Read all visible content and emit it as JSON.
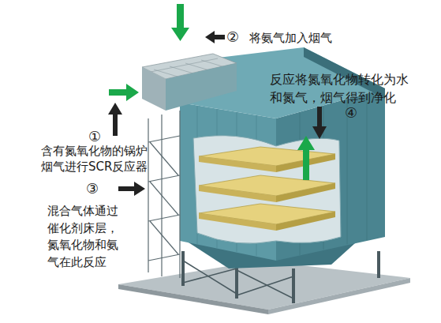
{
  "diagram": {
    "labels": [
      "②",
      "将氨气加入烟气",
      "反应将氮氧化物转化为水 和氮气，烟气得到净化",
      "④",
      "①",
      "含有氮氧化物的锅炉 烟气进行SCR反应器",
      "③",
      "混合气体通过 催化剂床层， 氮氧化物和氨 气在此反应"
    ]
  }
}
